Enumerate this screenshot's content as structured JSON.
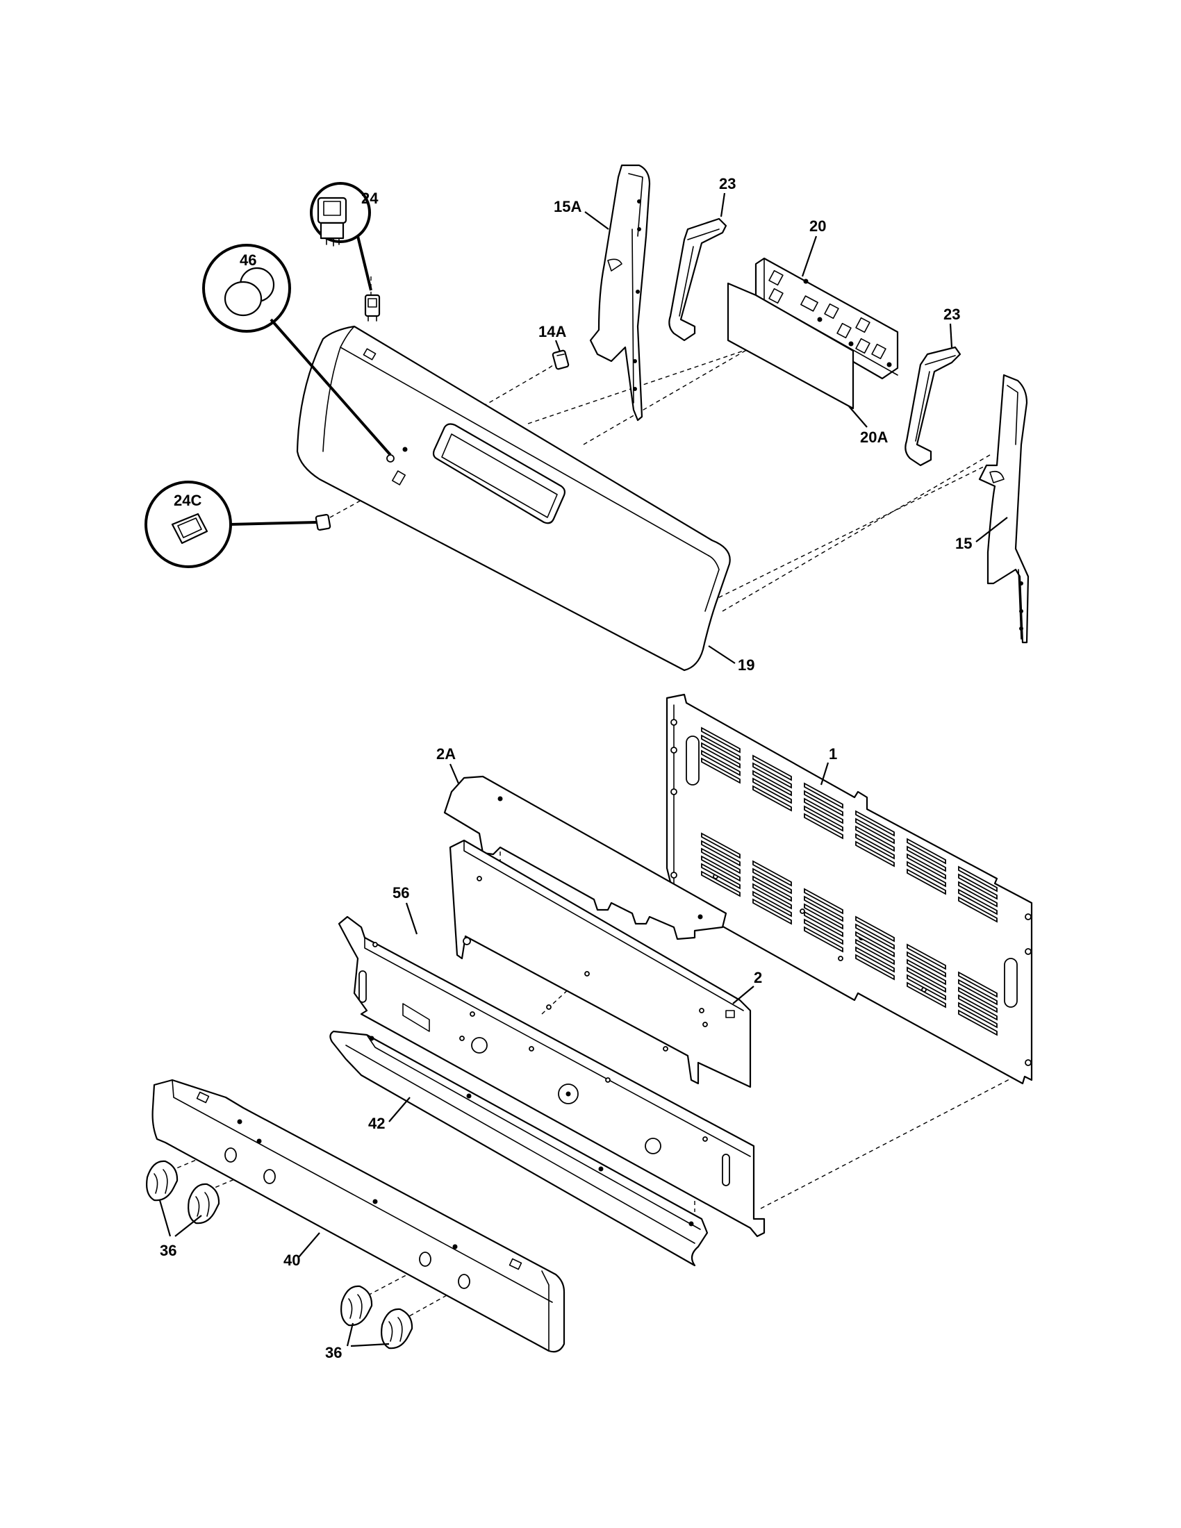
{
  "labels": {
    "p1": "1",
    "p2": "2",
    "p2a": "2A",
    "p14a": "14A",
    "p15": "15",
    "p15a": "15A",
    "p19": "19",
    "p20": "20",
    "p20a": "20A",
    "p23a": "23",
    "p23b": "23",
    "p24": "24",
    "p24c": "24C",
    "p36a": "36",
    "p36b": "36",
    "p40": "40",
    "p42": "42",
    "p46": "46",
    "p56": "56"
  }
}
